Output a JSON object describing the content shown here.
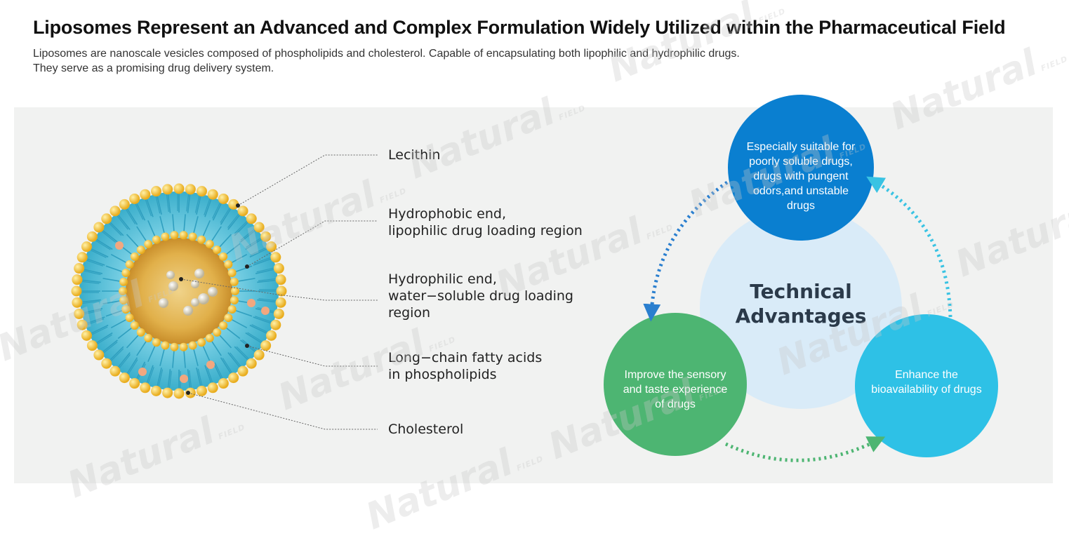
{
  "header": {
    "title": "Liposomes Represent an Advanced and Complex Formulation Widely Utilized within the Pharmaceutical Field",
    "subtitle_lines": [
      "Liposomes are nanoscale vesicles composed of phospholipids and cholesterol. Capable of  encapsulating both lipophilic and hydrophilic drugs.",
      "They serve as a promising drug delivery system."
    ]
  },
  "liposome_labels": {
    "lecithin": "Lecithin",
    "hydrophobic": [
      "Hydrophobic end,",
      "lipophilic drug loading region"
    ],
    "hydrophilic": [
      "Hydrophilic end,",
      "water−soluble drug loading",
      "region"
    ],
    "fatty_acids": [
      "Long−chain fatty acids",
      "in phospholipids"
    ],
    "cholesterol": "Cholesterol"
  },
  "advantages": {
    "center": [
      "Technical",
      "Advantages"
    ],
    "top": [
      "Especially suitable for",
      "poorly soluble drugs,",
      "drugs with pungent",
      "odors,and unstable",
      "drugs"
    ],
    "left": [
      "Improve the sensory",
      "and taste experience",
      "of drugs"
    ],
    "right": [
      "Enhance the",
      "bioavailability of drugs"
    ]
  },
  "watermark": {
    "brand": "Natural",
    "sub": "FIELD"
  },
  "colors": {
    "top_circle": "#0a7fd0",
    "left_circle": "#4db572",
    "right_circle": "#2ec1e6",
    "center_circle": "#d9ebf8",
    "lipid_head": "#f3c13a",
    "lipid_tail": "#47b8d3",
    "core": "#e1b04a"
  }
}
